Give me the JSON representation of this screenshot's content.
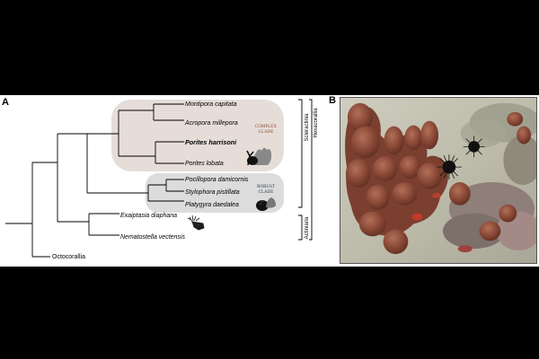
{
  "panels": {
    "a": "A",
    "b": "B"
  },
  "taxa": {
    "montipora": "Montipora capitata",
    "acropora": "Acropora millepora",
    "porites_harrisoni": "Porites harrisoni",
    "porites_lobata": "Porites lobata",
    "pocillopora": "Pocillopora damicornis",
    "stylophora": "Stylophora pistillata",
    "platygyra": "Platygyra daedalea",
    "exaiptasia": "Exaiptasia diaphana",
    "nematostella": "Nematostella vectensis",
    "octocorallia": "Octocorallia"
  },
  "clades": {
    "complex": [
      "COMPLEX",
      "CLADE"
    ],
    "robust": [
      "ROBUST",
      "CLADE"
    ]
  },
  "groups": {
    "scleractinia": "Scleractinia",
    "hexacorallia": "Hexacorallia",
    "actiniaria": "Actiniaria"
  },
  "colors": {
    "complex_clade_fill": "#e6ddd8",
    "robust_clade_fill": "#dcdcdc",
    "complex_label": "#8b4a2b",
    "robust_label": "#2d3e4f",
    "coral_body": "#8a4a36",
    "sand": "#c9c7b8"
  },
  "icons": [
    "complex-coral-silhouette-icon",
    "robust-coral-silhouette-icon",
    "anemone-silhouette-icon"
  ]
}
